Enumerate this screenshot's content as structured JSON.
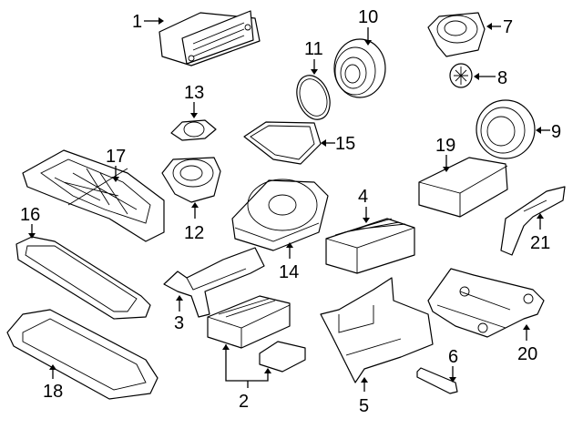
{
  "diagram": {
    "type": "exploded parts diagram",
    "callouts": [
      {
        "id": "1",
        "label": "1",
        "part": "radio / head unit"
      },
      {
        "id": "2",
        "label": "2",
        "part": "amplifier module and cover"
      },
      {
        "id": "3",
        "label": "3",
        "part": "mounting bracket"
      },
      {
        "id": "4",
        "label": "4",
        "part": "control module"
      },
      {
        "id": "5",
        "label": "5",
        "part": "module bracket"
      },
      {
        "id": "6",
        "label": "6",
        "part": "strip"
      },
      {
        "id": "7",
        "label": "7",
        "part": "speaker"
      },
      {
        "id": "8",
        "label": "8",
        "part": "tweeter"
      },
      {
        "id": "9",
        "label": "9",
        "part": "speaker"
      },
      {
        "id": "10",
        "label": "10",
        "part": "speaker"
      },
      {
        "id": "11",
        "label": "11",
        "part": "gasket ring"
      },
      {
        "id": "12",
        "label": "12",
        "part": "speaker"
      },
      {
        "id": "13",
        "label": "13",
        "part": "tweeter"
      },
      {
        "id": "14",
        "label": "14",
        "part": "subwoofer"
      },
      {
        "id": "15",
        "label": "15",
        "part": "cover plate"
      },
      {
        "id": "16",
        "label": "16",
        "part": "trim frame"
      },
      {
        "id": "17",
        "label": "17",
        "part": "speaker grille frame"
      },
      {
        "id": "18",
        "label": "18",
        "part": "trim bezel"
      },
      {
        "id": "19",
        "label": "19",
        "part": "control unit"
      },
      {
        "id": "20",
        "label": "20",
        "part": "module bracket"
      },
      {
        "id": "21",
        "label": "21",
        "part": "antenna / bracket"
      }
    ]
  }
}
